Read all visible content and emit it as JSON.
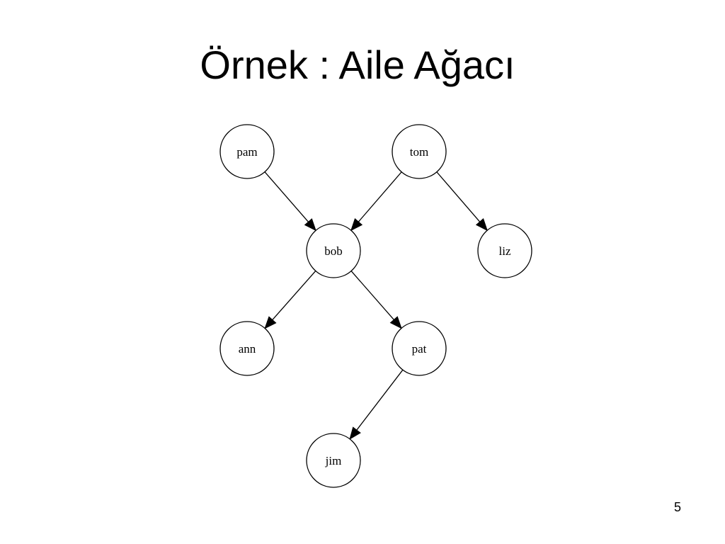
{
  "slide": {
    "title": "Örnek : Aile Ağacı",
    "page_number": "5"
  },
  "diagram": {
    "nodes": [
      {
        "id": "pam",
        "label": "pam"
      },
      {
        "id": "tom",
        "label": "tom"
      },
      {
        "id": "bob",
        "label": "bob"
      },
      {
        "id": "liz",
        "label": "liz"
      },
      {
        "id": "ann",
        "label": "ann"
      },
      {
        "id": "pat",
        "label": "pat"
      },
      {
        "id": "jim",
        "label": "jim"
      }
    ],
    "edges": [
      {
        "from": "pam",
        "to": "bob"
      },
      {
        "from": "tom",
        "to": "bob"
      },
      {
        "from": "tom",
        "to": "liz"
      },
      {
        "from": "bob",
        "to": "ann"
      },
      {
        "from": "bob",
        "to": "pat"
      },
      {
        "from": "pat",
        "to": "jim"
      }
    ]
  }
}
